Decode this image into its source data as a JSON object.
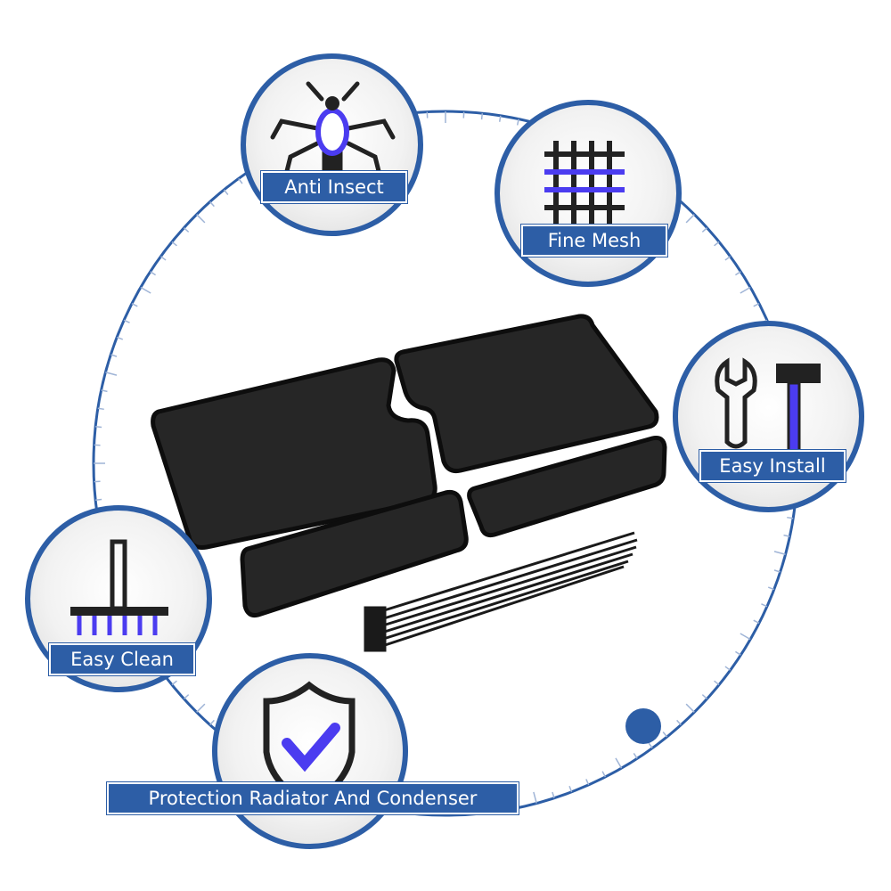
{
  "features": [
    {
      "label": "Anti Insect",
      "icon": "insect-icon"
    },
    {
      "label": "Fine Mesh",
      "icon": "mesh-icon"
    },
    {
      "label": "Easy Install",
      "icon": "tools-icon"
    },
    {
      "label": "Easy Clean",
      "icon": "brush-icon"
    },
    {
      "label": "Protection Radiator And Condenser",
      "icon": "shield-check-icon"
    }
  ],
  "colors": {
    "primary": "#2d5ea6",
    "accent": "#4b3cf0",
    "product": "#1e1e1e"
  }
}
